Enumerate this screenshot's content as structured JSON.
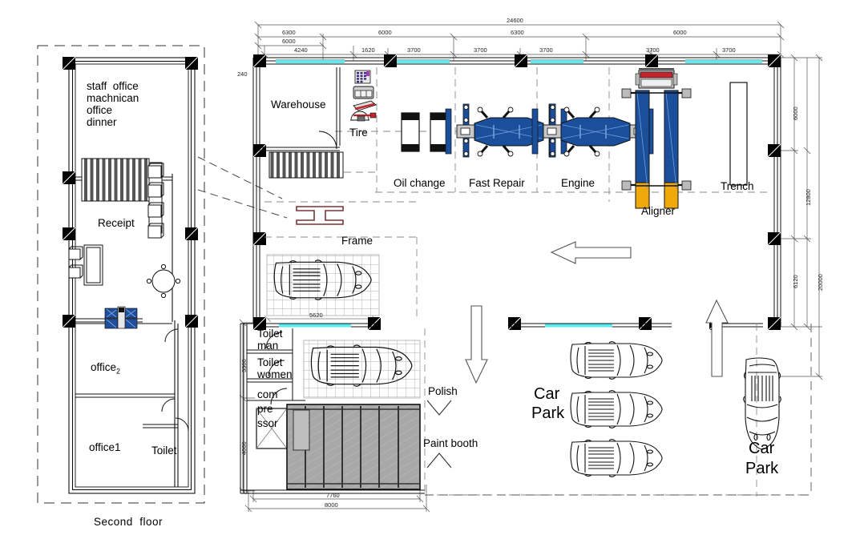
{
  "drawing": {
    "title_second_floor": "Second  floor",
    "second_floor_rooms": [
      {
        "name": "staff-office-label",
        "text": "staff  office"
      },
      {
        "name": "machnican-label",
        "text": "machnican"
      },
      {
        "name": "office-label",
        "text": "office"
      },
      {
        "name": "dinner-label",
        "text": "dinner"
      },
      {
        "name": "receipt-label",
        "text": "Receipt"
      },
      {
        "name": "office2-label",
        "text": "office"
      },
      {
        "name": "office2-sub",
        "text": "2"
      },
      {
        "name": "office1-label",
        "text": "office1"
      },
      {
        "name": "toilet-label",
        "text": "Toilet"
      }
    ],
    "ground_floor_rooms": [
      {
        "name": "warehouse-label",
        "text": "Warehouse"
      },
      {
        "name": "tire-label",
        "text": "Tire"
      },
      {
        "name": "oil-change-label",
        "text": "Oil change"
      },
      {
        "name": "fast-repair-label",
        "text": "Fast Repair"
      },
      {
        "name": "engine-label",
        "text": "Engine"
      },
      {
        "name": "aligner-label",
        "text": "Aligner"
      },
      {
        "name": "trench-label",
        "text": "Trench"
      },
      {
        "name": "frame-label",
        "text": "Frame"
      },
      {
        "name": "polish-label",
        "text": "Polish"
      },
      {
        "name": "paint-booth-label",
        "text": "Paint booth"
      },
      {
        "name": "toilet-man-label",
        "text": "Toilet"
      },
      {
        "name": "toilet-man-label2",
        "text": "man"
      },
      {
        "name": "toilet-women-label",
        "text": "Toilet"
      },
      {
        "name": "toilet-women-label2",
        "text": "women"
      },
      {
        "name": "compressor-label1",
        "text": "com"
      },
      {
        "name": "compressor-label2",
        "text": "pre"
      },
      {
        "name": "compressor-label3",
        "text": "ssor"
      },
      {
        "name": "car-park-label-1a",
        "text": "Car"
      },
      {
        "name": "car-park-label-1b",
        "text": "Park"
      },
      {
        "name": "car-park-label-2a",
        "text": "Car"
      },
      {
        "name": "car-park-label-2b",
        "text": "Park"
      }
    ],
    "dimensions": {
      "overall_width": "24600",
      "row2": [
        "6300",
        "6000",
        "6300",
        "6000"
      ],
      "row3": [
        "6000"
      ],
      "row4": [
        "4240",
        "1620",
        "3700",
        "3700",
        "3700",
        "3700",
        "3700"
      ],
      "wall_offset": "240",
      "right_side": [
        "6000",
        "12800",
        "6120",
        "20000"
      ],
      "left_side_lower": [
        "3300",
        "4000"
      ],
      "bottom": [
        "7760",
        "8000"
      ],
      "bay_width": "5620"
    },
    "colors": {
      "window_cyan": "#5fe9ef",
      "lift_blue": "#1b4f9c",
      "lift_yellow": "#f0a90b",
      "column_black": "#000000",
      "frame_maroon": "#7a3436",
      "paint_grey": "#a8a8a8",
      "cabinet_blue": "#1f4e9c"
    }
  }
}
